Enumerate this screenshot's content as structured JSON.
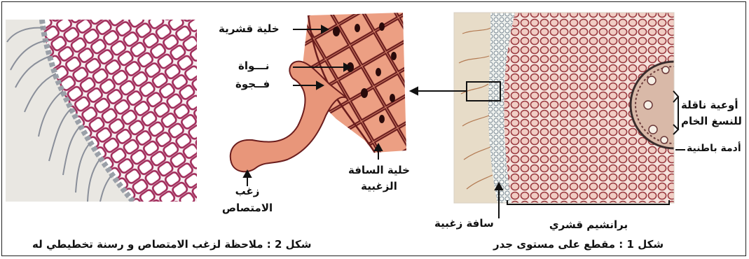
{
  "figure2": {
    "caption": "شكل 2 : ملاحظة لزغب الامتصاص و رسنة تخطيطي له",
    "labels": {
      "epidermal_cell": "خلية قشرية",
      "nucleus": "نـــواة",
      "vacuole": "فــجوة",
      "root_hair_line1": "زغب",
      "root_hair_line2": "الامتصاص",
      "piliferous_cell_line1": "خلية السافة",
      "piliferous_cell_line2": "الزغبية"
    }
  },
  "figure1": {
    "caption": "شكل 1 : مقطع على مستوى جدر",
    "labels": {
      "xylem_line1": "أوعية ناقلة",
      "xylem_line2": "للنسغ الخام",
      "endodermis": "أدمة باطنية",
      "cortical_parenchyma": "برانشيم قشري",
      "piliferous_layer": "سافة زغبية"
    }
  },
  "colors": {
    "cell_wall": "#7a1f2e",
    "cell_fill": "#f3d9d6",
    "diagram_fill": "#e8967a",
    "background": "#f2ebe0"
  }
}
